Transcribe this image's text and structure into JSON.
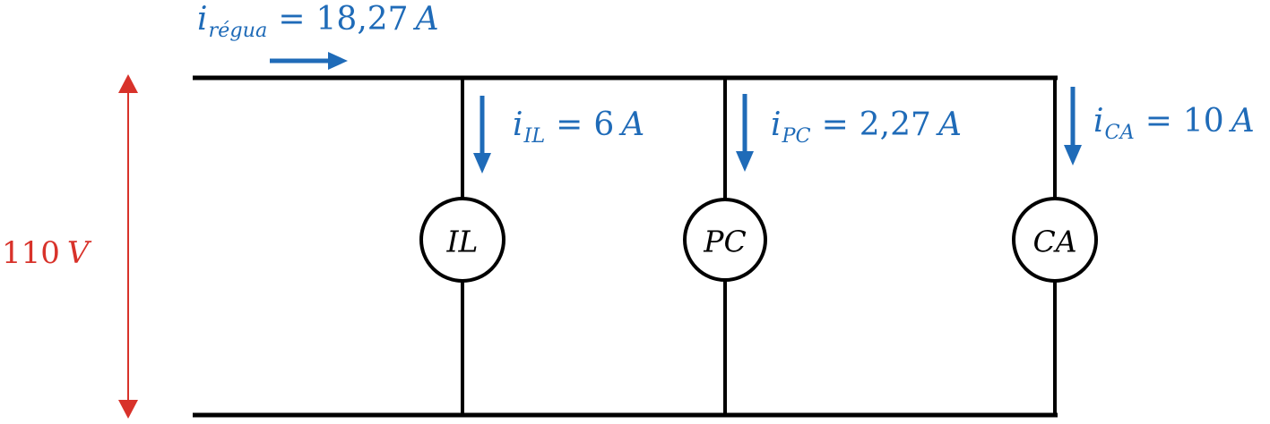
{
  "diagram": {
    "type": "parallel-circuit",
    "colors": {
      "wire": "#000000",
      "current": "#1f6bb8",
      "voltage": "#d8322a"
    },
    "voltage": {
      "value": "110",
      "unit": "V"
    },
    "total_current": {
      "symbol": "i",
      "subscript": "régua",
      "equals": "=",
      "value": "18,27",
      "unit": "A"
    },
    "branches": [
      {
        "id": "IL",
        "component_label": "IL",
        "current": {
          "symbol": "i",
          "subscript": "IL",
          "equals": "=",
          "value": "6",
          "unit": "A"
        }
      },
      {
        "id": "PC",
        "component_label": "PC",
        "current": {
          "symbol": "i",
          "subscript": "PC",
          "equals": "=",
          "value": "2,27",
          "unit": "A"
        }
      },
      {
        "id": "CA",
        "component_label": "CA",
        "current": {
          "symbol": "i",
          "subscript": "CA",
          "equals": "=",
          "value": "10",
          "unit": "A"
        }
      }
    ]
  }
}
